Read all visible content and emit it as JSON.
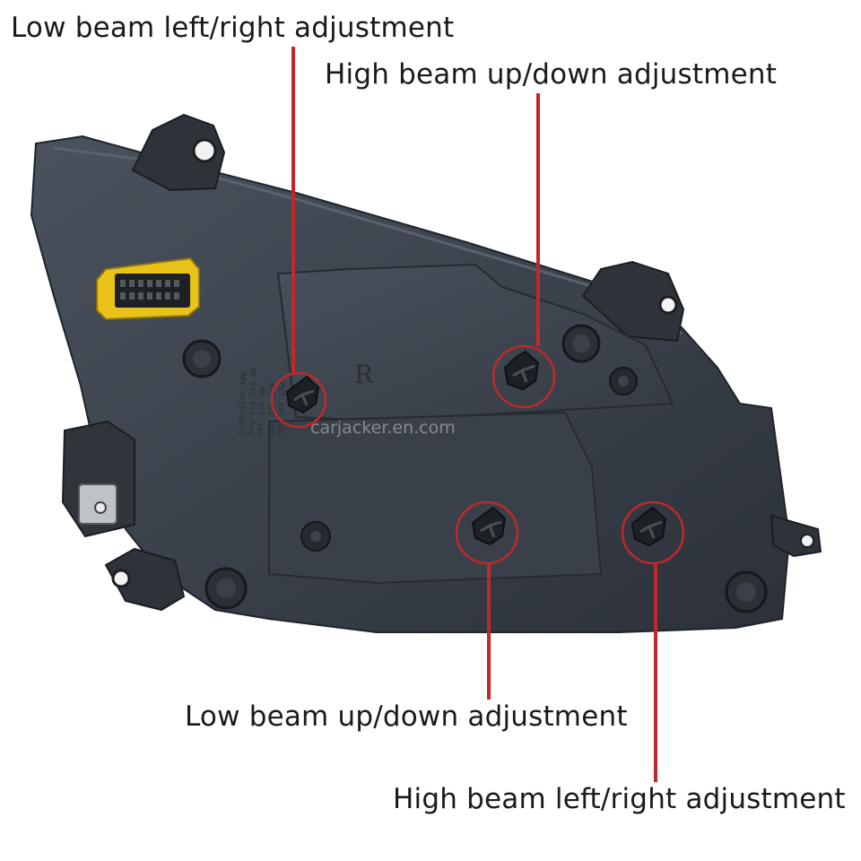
{
  "callouts": {
    "low_lr": "Low beam left/right adjustment",
    "high_ud": "High beam up/down adjustment",
    "low_ud": "Low beam up/down adjustment",
    "high_lr": "High beam left/right adjustment"
  },
  "watermark": "carjacker.en.com",
  "housing_mark": "R",
  "label_lines": [
    "D-Bong24V 40W",
    "Fogring 24V 4W",
    "FPL 24V 4W",
    "DRL 24V 17W",
    "FDL 24V 17W"
  ],
  "colors": {
    "accent_red": "#c0282a",
    "housing": "#3e4550",
    "connector_yellow": "#e9c21a"
  }
}
